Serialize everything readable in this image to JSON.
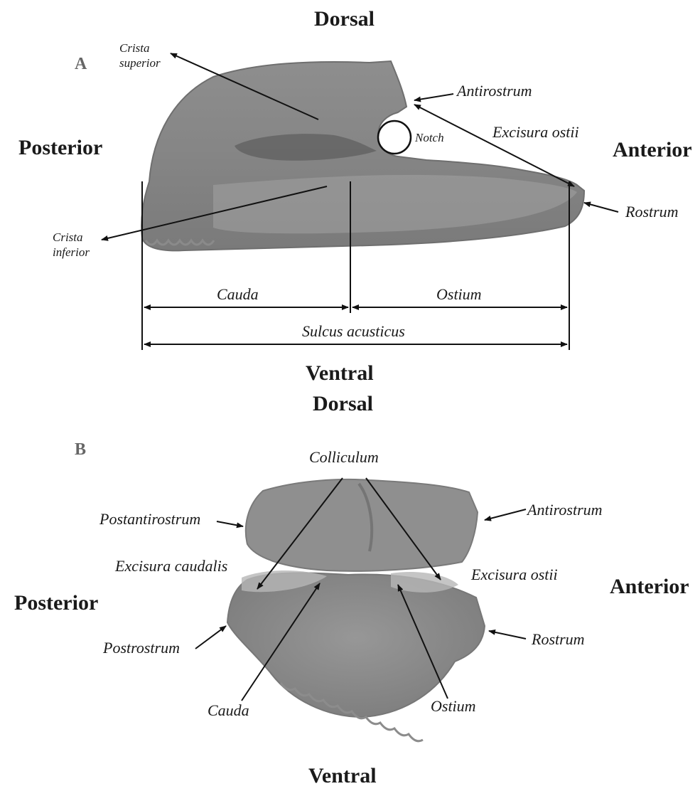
{
  "panel_a": {
    "letter": "A",
    "orientation": {
      "dorsal": "Dorsal",
      "ventral": "Ventral",
      "posterior": "Posterior",
      "anterior": "Anterior"
    },
    "labels": {
      "crista_superior_1": "Crista",
      "crista_superior_2": "superior",
      "crista_inferior_1": "Crista",
      "crista_inferior_2": "inferior",
      "antirostrum": "Antirostrum",
      "notch": "Notch",
      "excisura_ostii": "Excisura ostii",
      "rostrum": "Rostrum",
      "cauda": "Cauda",
      "ostium": "Ostium",
      "sulcus_acusticus": "Sulcus acusticus"
    }
  },
  "panel_b": {
    "letter": "B",
    "orientation": {
      "dorsal": "Dorsal",
      "ventral": "Ventral",
      "posterior": "Posterior",
      "anterior": "Anterior"
    },
    "labels": {
      "colliculum": "Colliculum",
      "postantirostrum": "Postantirostrum",
      "antirostrum": "Antirostrum",
      "excisura_caudalis": "Excisura caudalis",
      "excisura_ostii": "Excisura ostii",
      "postrostrum": "Postrostrum",
      "rostrum": "Rostrum",
      "cauda": "Cauda",
      "ostium": "Ostium"
    }
  },
  "colors": {
    "otolith_fill": "#8a8a8a",
    "otolith_dark": "#5f5f5f",
    "otolith_light": "#a9a9a9",
    "line": "#111111"
  }
}
